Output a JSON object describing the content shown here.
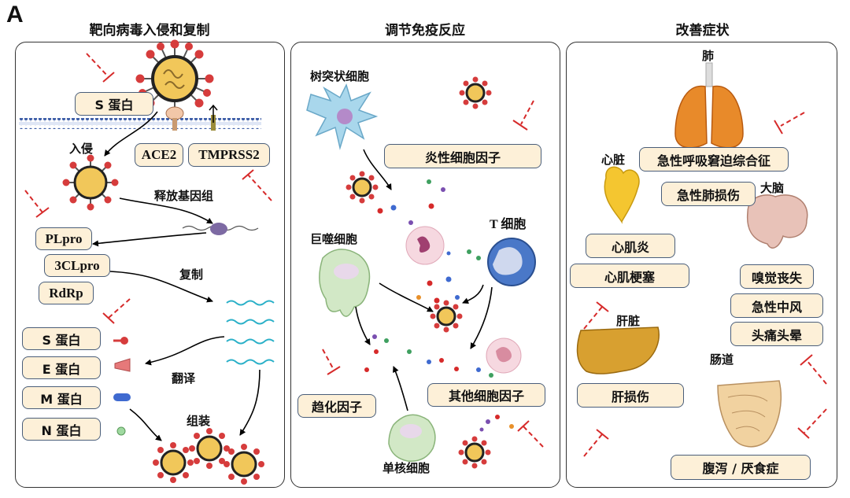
{
  "figure": {
    "panel_letter": "A",
    "panels": {
      "left": {
        "title": "靶向病毒入侵和复制",
        "labels": {
          "s_protein_top": "S 蛋白",
          "ace2": "ACE2",
          "tmprss2": "TMPRSS2",
          "plpro": "PLpro",
          "3clpro": "3CLpro",
          "rdrp": "RdRp",
          "s_protein": "S 蛋白",
          "e_protein": "E 蛋白",
          "m_protein": "M 蛋白",
          "n_protein": "N 蛋白"
        },
        "texts": {
          "entry": "入侵",
          "release_genome": "释放基因组",
          "replication": "复制",
          "translation": "翻译",
          "assembly": "组装"
        }
      },
      "middle": {
        "title": "调节免疫反应",
        "labels": {
          "inflammatory_cytokines": "炎性细胞因子",
          "chemokines": "趋化因子",
          "other_cytokines": "其他细胞因子"
        },
        "texts": {
          "dendritic_cell": "树突状细胞",
          "t_cell": "T 细胞",
          "macrophage": "巨噬细胞",
          "monocyte": "单核细胞"
        }
      },
      "right": {
        "title": "改善症状",
        "labels": {
          "ards": "急性呼吸窘迫综合征",
          "lung_injury": "急性肺损伤",
          "myocarditis": "心肌炎",
          "myocardial_infarction": "心肌梗塞",
          "anosmia": "嗅觉丧失",
          "stroke": "急性中风",
          "headache_dizziness": "头痛头晕",
          "liver_injury": "肝损伤",
          "diarrhea_anorexia": "腹泻 / 厌食症"
        },
        "texts": {
          "lung": "肺",
          "heart": "心脏",
          "brain": "大脑",
          "liver": "肝脏",
          "intestine": "肠道"
        }
      }
    },
    "colors": {
      "label_fill": "#fdf0d8",
      "label_border": "#4a5e7a",
      "inhibitor": "#d62a2a",
      "virus_body": "#f1c75a",
      "virus_spike": "#d63c3c",
      "membrane": "#3f5fa8"
    }
  }
}
